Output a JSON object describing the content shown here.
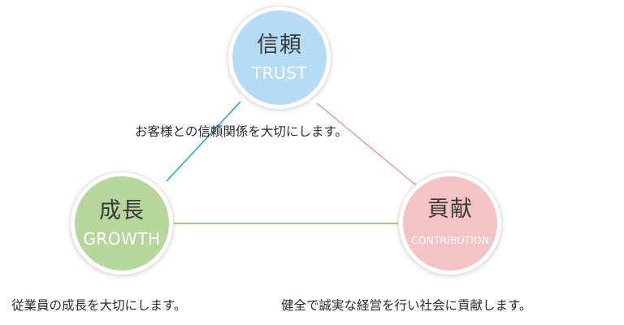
{
  "nodes": {
    "trust": {
      "jp": "信頼",
      "en": "TRUST",
      "color": "#b5dcf3"
    },
    "growth": {
      "jp": "成長",
      "en": "GROWTH",
      "color": "#b7d69c"
    },
    "contribution": {
      "jp": "貢献",
      "en": "CONTRIBUTION",
      "color": "#f5c3c6"
    }
  },
  "captions": {
    "trust": "お客様との信頼関係を大切にします。",
    "growth": "従業員の成長を大切にします。",
    "contribution": "健全で誠実な経営を行い社会に貢献します。"
  },
  "line_colors": {
    "trust_growth": "#2aa6dc",
    "trust_contribution": "#f0a0a6",
    "growth_contribution": "#7fbf4a"
  }
}
